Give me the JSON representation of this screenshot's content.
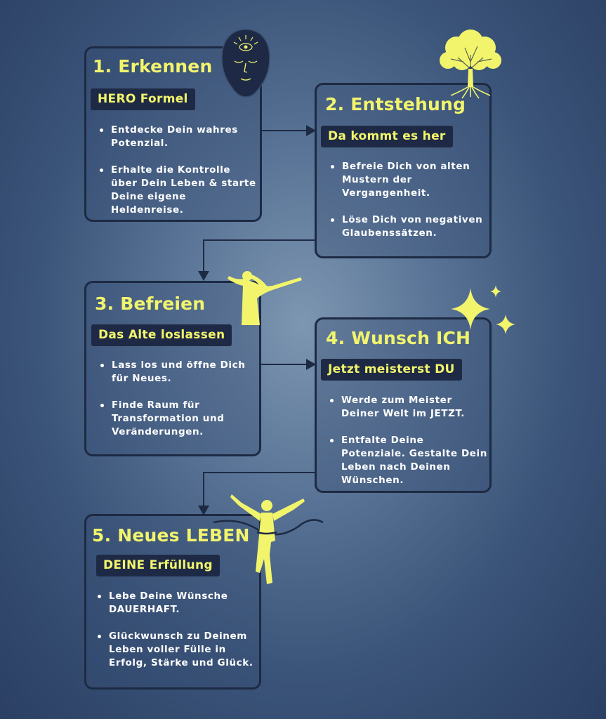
{
  "steps": [
    {
      "title": "1. Erkennen",
      "tag": "HERO Formel",
      "bullets": [
        "Entdecke Dein wahres Potenzial.",
        "Erhalte die Kontrolle über Dein Leben & starte Deine eigene Heldenreise."
      ],
      "icon": "meditating-face-icon"
    },
    {
      "title": "2. Entstehung",
      "tag": "Da kommt es her",
      "bullets": [
        "Befreie Dich von alten Mustern der Vergangenheit.",
        "Löse Dich von negativen Glaubenssätzen."
      ],
      "icon": "tree-icon"
    },
    {
      "title": "3. Befreien",
      "tag": "Das Alte loslassen",
      "bullets": [
        "Lass los und öffne Dich für Neues.",
        "Finde Raum für Transformation und Veränderungen."
      ],
      "icon": "free-woman-silhouette-icon"
    },
    {
      "title": "4. Wunsch ICH",
      "tag": "Jetzt meisterst DU",
      "bullets": [
        "Werde zum Meister Deiner Welt im JETZT.",
        "Entfalte Deine Potenziale. Gestalte Dein Leben nach Deinen Wünschen."
      ],
      "icon": "sparkle-stars-icon"
    },
    {
      "title": "5. Neues LEBEN",
      "tag": "DEINE Erfüllung",
      "bullets": [
        "Lebe Deine Wünsche DAUERHAFT.",
        "Glückwunsch zu Deinem Leben voller Fülle in Erfolg, Stärke und Glück."
      ],
      "icon": "finish-line-runner-icon"
    }
  ],
  "colors": {
    "accent": "#f2f56c",
    "card_border": "#1d2a44",
    "tag_background": "#1e2a45",
    "background": "#4a6688"
  }
}
